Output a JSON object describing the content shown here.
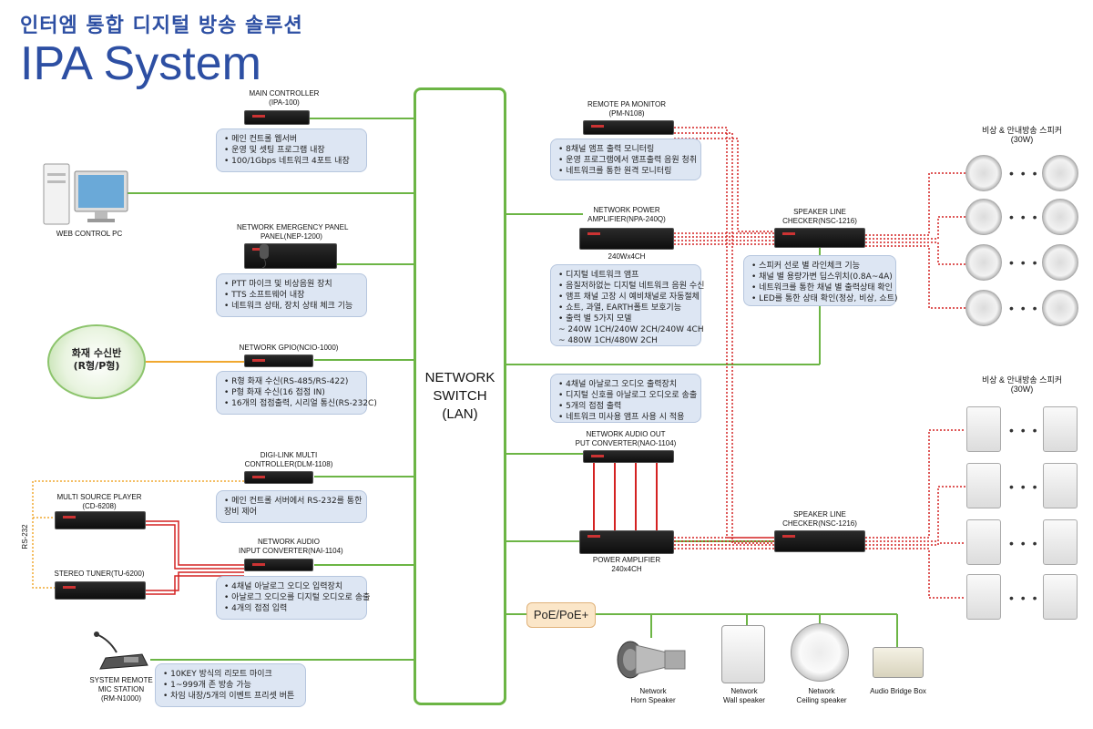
{
  "header": {
    "title_ko": "인터엠 통합 디지털 방송 솔루션",
    "title_en": "IPA System"
  },
  "switch": {
    "line1": "NETWORK",
    "line2": "SWITCH",
    "line3": "(LAN)"
  },
  "poe_label": "PoE/PoE+",
  "rs232_label": "RS-232",
  "left": {
    "main_controller": {
      "line1": "MAIN CONTROLLER",
      "line2": "(IPA-100)",
      "desc": [
        "• 메인 컨트롤 웹서버",
        "• 운영 및 셋팅 프로그램 내장",
        "• 100/1Gbps 네트워크 4포트 내장"
      ]
    },
    "web_pc": {
      "label": "WEB CONTROL PC"
    },
    "emergency_panel": {
      "line1": "NETWORK EMERGENCY PANEL",
      "line2": "PANEL(NEP-1200)",
      "desc": [
        "• PTT 마이크 및 비상음원 장치",
        "• TTS 소프트웨어 내장",
        "• 네트워크 상태, 장치 상태 체크 기능"
      ]
    },
    "fire_receiver": {
      "line1": "화재 수신반",
      "line2": "(R형/P형)"
    },
    "gpio": {
      "line1": "NETWORK GPIO(NCIO-1000)",
      "desc": [
        "• R형 화재 수신(RS-485/RS-422)",
        "• P형 화재 수신(16 접점 IN)",
        "• 16개의 접점출력, 시리얼 통신(RS-232C)"
      ]
    },
    "dlm": {
      "line1": "DIGI-LINK MULTI",
      "line2": "CONTROLLER(DLM-1108)",
      "desc": [
        "• 메인 컨트롤 서버에서 RS-232를 통한",
        "  장비 제어"
      ]
    },
    "cd_player": {
      "line1": "MULTI SOURCE PLAYER",
      "line2": "(CD-6208)"
    },
    "tuner": {
      "line1": "STEREO TUNER(TU-6200)"
    },
    "nai": {
      "line1": "NETWORK AUDIO",
      "line2": "INPUT CONVERTER(NAI-1104)",
      "desc": [
        "• 4채널 아날로그 오디오 입력장치",
        "• 아날로그 오디오를 디지털 오디오로 송출",
        "• 4개의 접점 입력"
      ]
    },
    "mic_station": {
      "line1": "SYSTEM REMOTE",
      "line2": "MIC STATION",
      "line3": "(RM-N1000)",
      "desc": [
        "• 10KEY 방식의 리모트 마이크",
        "• 1~999개 존 방송 가능",
        "• 차임 내장/5개의 이벤트 프리셋 버튼"
      ]
    }
  },
  "right": {
    "monitor": {
      "line1": "REMOTE PA MONITOR",
      "line2": "(PM-N108)",
      "desc": [
        "• 8채널 앰프 출력 모니터링",
        "• 운영 프로그램에서 앰프출력 음원 청취",
        "• 네트워크를 통한 원격 모니터링"
      ]
    },
    "npa": {
      "line1": "NETWORK POWER",
      "line2": "AMPLIFIER(NPA-240Q)",
      "sub": "240Wx4CH",
      "desc": [
        "• 디지털 네트워크 앰프",
        "• 음질저하없는 디지털 네트워크 음원 수신",
        "• 앰프 채널 고장 시 예비채널로 자동절체",
        "• 쇼트, 과열, EARTH폴트 보호기능",
        "• 출력 별 5가지 모델",
        "  ~ 240W 1CH/240W 2CH/240W 4CH",
        "  ~ 480W 1CH/480W 2CH"
      ]
    },
    "nao_desc": [
      "• 4채널 아날로그 오디오 출력장치",
      "• 디지털 신호를 아날로그 오디오로 송출",
      "• 5개의 접점 출력",
      "• 네트워크 미사용 앰프 사용 시 적용"
    ],
    "nao": {
      "line1": "NETWORK AUDIO OUT",
      "line2": "PUT CONVERTER(NAO-1104)"
    },
    "power_amp": {
      "line1": "POWER AMPLIFIER",
      "line2": "240x4CH"
    },
    "checker1": {
      "line1": "SPEAKER LINE",
      "line2": "CHECKER(NSC-1216)",
      "desc": [
        "• 스피커 선로 별 라인체크 기능",
        "• 채널 별 용량가변 딥스위치(0.8A~4A)",
        "• 네트워크를 통한 채널 별 출력상태 확인",
        "• LED를 통한 상태 확인(정상, 비상, 쇼트)"
      ]
    },
    "checker2": {
      "line1": "SPEAKER LINE",
      "line2": "CHECKER(NSC-1216)"
    },
    "speakers_top": {
      "line1": "비상 & 안내방송 스피커",
      "line2": "(30W)"
    },
    "speakers_bottom": {
      "line1": "비상 & 안내방송 스피커",
      "line2": "(30W)"
    },
    "dots": "• • •"
  },
  "poe_devices": {
    "horn": {
      "line1": "Network",
      "line2": "Horn Speaker"
    },
    "wall": {
      "line1": "Network",
      "line2": "Wall speaker"
    },
    "ceiling": {
      "line1": "Network",
      "line2": "Ceiling speaker"
    },
    "bridge": {
      "line1": "Audio Bridge Box"
    }
  },
  "colors": {
    "network_line": "#6cb545",
    "audio_line": "#d42222",
    "speaker_line": "#d42222",
    "rs232_line": "#f0a830",
    "title": "#2d4fa3",
    "desc_bg": "#dde6f3"
  }
}
